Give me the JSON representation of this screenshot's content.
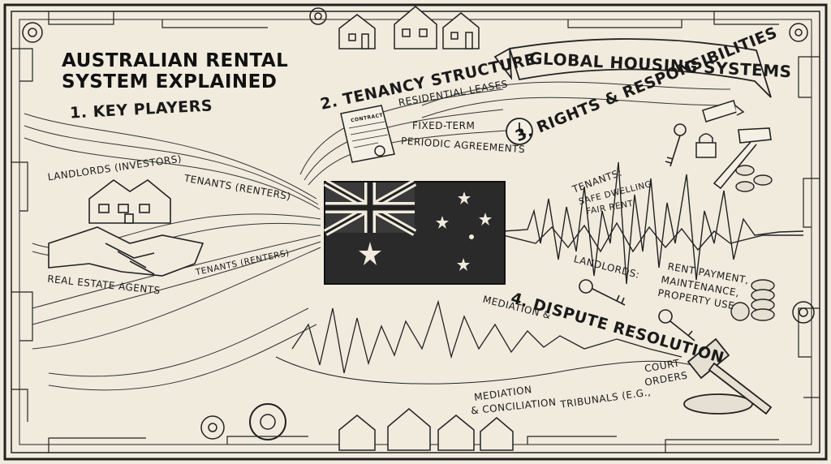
{
  "title": {
    "line1": "AUSTRALIAN RENTAL",
    "line2": "SYSTEM EXPLAINED"
  },
  "banner": "GLOBAL HOUSING SYSTEMS",
  "sections": {
    "key_players": {
      "heading": "1. KEY PLAYERS",
      "landlords": "LANDLORDS (INVESTORS)",
      "tenants": "TENANTS (RENTERS)",
      "tenants_2": "TENANTS (RENTERS)",
      "agents": "REAL ESTATE AGENTS"
    },
    "tenancy_structure": {
      "heading": "2. TENANCY STRUCTURE",
      "contract_label": "CONTRACT",
      "leases": "RESIDENTIAL LEASES",
      "fixed_term": "FIXED-TERM",
      "periodic": "PERIODIC AGREEMENTS"
    },
    "rights": {
      "heading": "3. RIGHTS & RESPONSIBILITIES",
      "tenants_label": "TENANTS:",
      "tenants_item1": "SAFE DWELLING",
      "tenants_item2": "FAIR RENT",
      "landlords_label": "LANDLORDS:",
      "landlords_item1": "RENT PAYMENT,",
      "landlords_item2": "MAINTENANCE,",
      "landlords_item3": "PROPERTY USE"
    },
    "dispute": {
      "heading": "4. DISPUTE RESOLUTION",
      "mediation_top": "MEDIATION &",
      "mediation_line1": "MEDIATION",
      "mediation_line2": "& CONCILIATION",
      "tribunals": "TRIBUNALS (E.G.,",
      "court_line1": "COURT",
      "court_line2": "ORDERS"
    }
  },
  "icons": [
    "handshake-icon",
    "house-icon",
    "contract-icon",
    "clock-icon",
    "key-icon",
    "hammer-icon",
    "camera-icon",
    "coins-icon",
    "gavel-icon",
    "gear-icon",
    "flag-icon"
  ],
  "colors": {
    "paper": "#f1ebde",
    "ink": "#1a1a1a",
    "flag_field": "#2a2a2a"
  }
}
